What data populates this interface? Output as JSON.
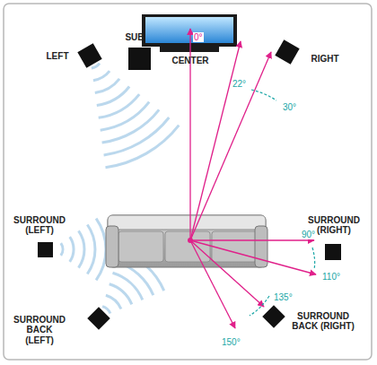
{
  "diagram": {
    "nodes": [
      {
        "text": [
          "LEFT"
        ]
      },
      {
        "text": [
          "SUB"
        ]
      },
      {
        "text": [
          "CENTER"
        ]
      },
      {
        "text": [
          "RIGHT"
        ]
      },
      {
        "text": [
          "SURROUND (LEFT)"
        ]
      },
      {
        "text": [
          "SURROUND (RIGHT)"
        ]
      },
      {
        "text": [
          "SURROUND BACK (LEFT)"
        ]
      },
      {
        "text": [
          "SURROUND BACK (RIGHT)"
        ]
      }
    ],
    "labels": [
      "0°",
      "22°",
      "30°",
      "90°",
      "110°",
      "135°",
      "150°"
    ]
  }
}
